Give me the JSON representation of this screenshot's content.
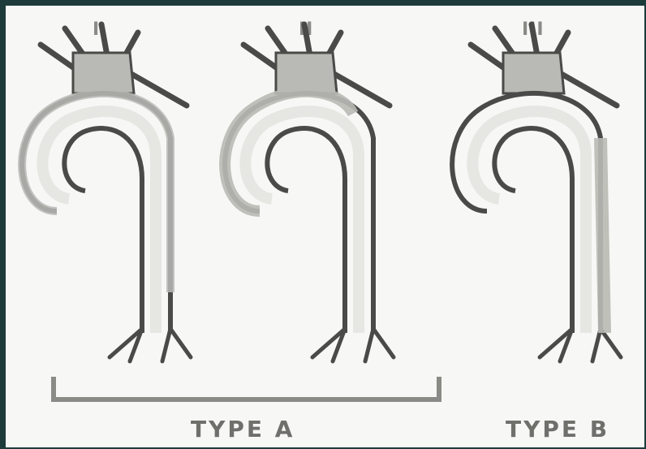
{
  "figure": {
    "panels": [
      {
        "numeral": "I"
      },
      {
        "numeral": "II"
      },
      {
        "numeral": "III"
      }
    ],
    "type_a_label": "TYPE  A",
    "type_b_label": "TYPE  B"
  },
  "colors": {
    "border": "#1e3b3c",
    "background": "#f7f7f5",
    "vessel_outline": "#4a4a48",
    "dissection_fill": "#b9b9b5",
    "lumen_fill": "#e6e6e2"
  }
}
